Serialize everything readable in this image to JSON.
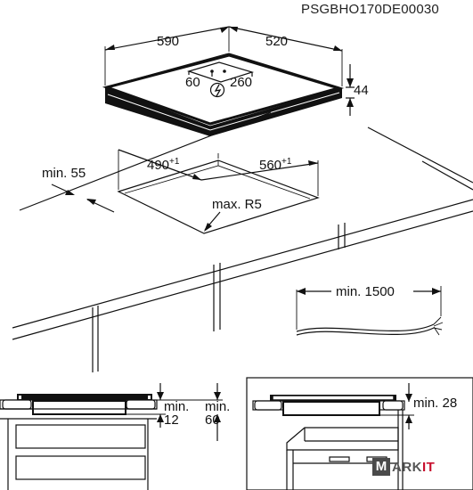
{
  "doc_code": "PSGBHO170DE00030",
  "hob": {
    "width": "590",
    "depth": "520",
    "height": "44",
    "cable_offset_left": "60",
    "cable_offset_right": "260"
  },
  "cutout": {
    "min_edge": "min. 55",
    "width": "490",
    "width_tol": "+1",
    "depth": "560",
    "depth_tol": "+1",
    "corner_radius": "max. R5"
  },
  "cable": {
    "min_length": "min. 1500"
  },
  "section_left": {
    "min_label_a": "min.",
    "value_a": "12",
    "min_label_b": "min.",
    "value_b": "60"
  },
  "section_right": {
    "min_label": "min. 28"
  },
  "watermark": {
    "m": "M",
    "rest_a": "ARK",
    "rest_b": "IT"
  }
}
